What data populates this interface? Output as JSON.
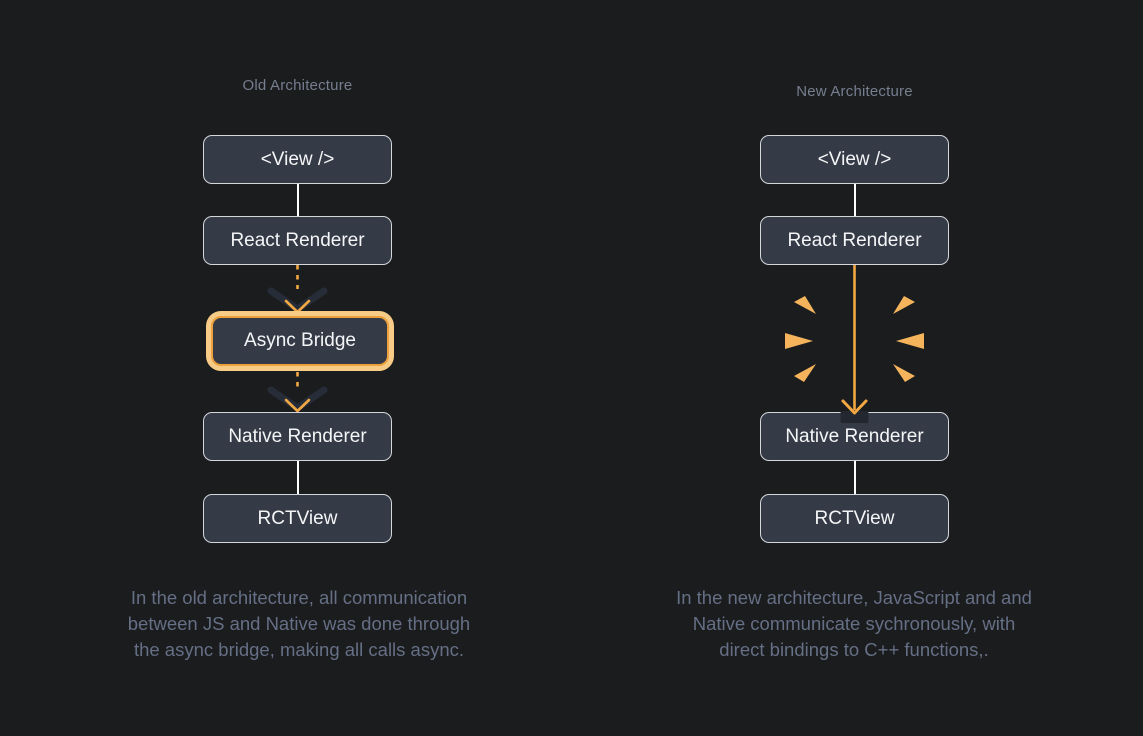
{
  "colors": {
    "background": "#1B1C1E",
    "accent_orange": "#F1A843",
    "wedge_orange": "#F5B45C",
    "ring_light": "#F8CC86",
    "ring_border": "#EDA03C",
    "node_fill": "#353B46",
    "node_border": "#D3D6DB",
    "node_text": "#F4F5F7",
    "title_text": "#767E8F",
    "caption_text": "#656F85",
    "dark_chevron": "#272D38"
  },
  "old_architecture": {
    "title": "Old Architecture",
    "nodes": {
      "view": "<View />",
      "react_renderer": "React Renderer",
      "async_bridge": "Async Bridge",
      "native_renderer": "Native Renderer",
      "rctview": "RCTView"
    },
    "caption": "In the old architecture, all communication\nbetween JS and Native was done through\nthe async bridge, making all calls async."
  },
  "new_architecture": {
    "title": "New Architecture",
    "nodes": {
      "view": "<View />",
      "react_renderer": "React Renderer",
      "native_renderer": "Native Renderer",
      "rctview": "RCTView"
    },
    "caption": "In the new architecture, JavaScript and and\nNative communicate sychronously, with\ndirect bindings to C++ functions,."
  }
}
